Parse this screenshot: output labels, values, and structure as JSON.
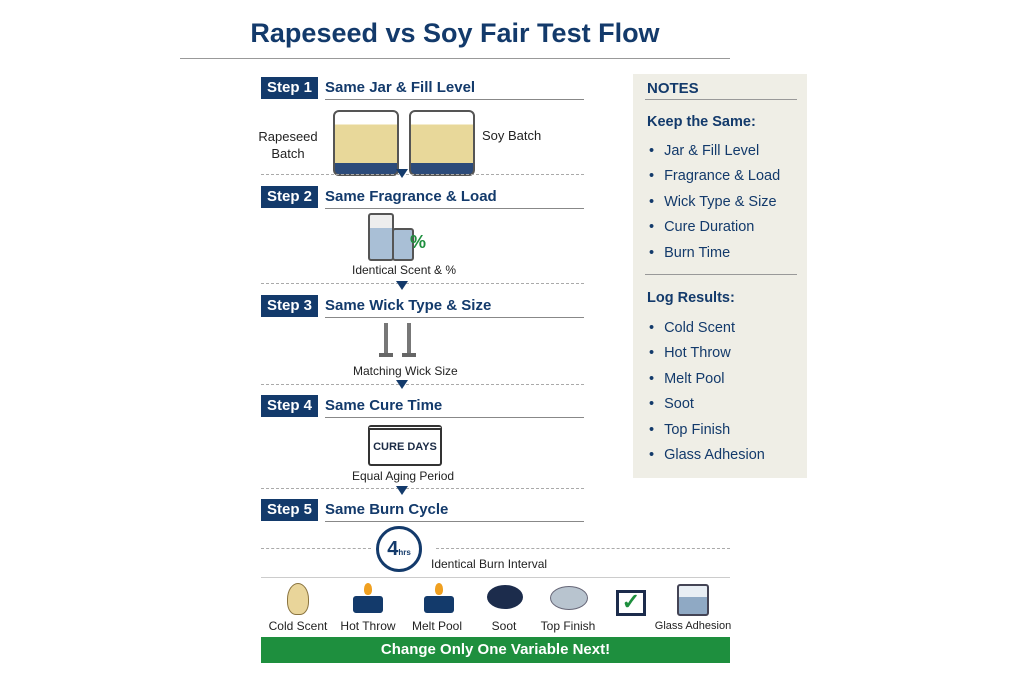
{
  "title": "Rapeseed vs Soy Fair Test Flow",
  "steps": [
    {
      "badge": "Step 1",
      "title": "Same Jar & Fill Level",
      "left_label": "Rapeseed Batch",
      "right_label": "Soy Batch"
    },
    {
      "badge": "Step 2",
      "title": "Same Fragrance & Load",
      "caption": "Identical Scent & %"
    },
    {
      "badge": "Step 3",
      "title": "Same Wick Type & Size",
      "caption": "Matching Wick Size"
    },
    {
      "badge": "Step 4",
      "title": "Same Cure Time",
      "icon_text": "CURE DAYS",
      "caption": "Equal Aging Period"
    },
    {
      "badge": "Step 5",
      "title": "Same Burn Cycle",
      "clock_value": "4",
      "clock_unit": "hrs",
      "caption": "Identical Burn Interval"
    }
  ],
  "notes": {
    "heading": "NOTES",
    "keep_heading": "Keep the Same:",
    "keep": [
      "Jar & Fill Level",
      "Fragrance & Load",
      "Wick Type & Size",
      "Cure Duration",
      "Burn Time"
    ],
    "log_heading": "Log Results:",
    "log": [
      "Cold Scent",
      "Hot Throw",
      "Melt Pool",
      "Soot",
      "Top Finish",
      "Glass Adhesion"
    ]
  },
  "results_icons": [
    {
      "icon": "nose-icon",
      "label": "Cold Scent"
    },
    {
      "icon": "candle-flame-icon",
      "label": "Hot Throw"
    },
    {
      "icon": "candle-icon",
      "label": "Melt Pool"
    },
    {
      "icon": "soot-cloud-icon",
      "label": "Soot"
    },
    {
      "icon": "cloud-icon",
      "label": "Top Finish"
    },
    {
      "icon": "checkbox-icon",
      "label": ""
    },
    {
      "icon": "glass-icon",
      "label": "Glass Adhesion"
    }
  ],
  "banner": "Change Only One Variable Next!",
  "colors": {
    "navy": "#133a6b",
    "green": "#1e8f3e",
    "notes_bg": "#efeee6",
    "wax": "#e8d89a"
  }
}
